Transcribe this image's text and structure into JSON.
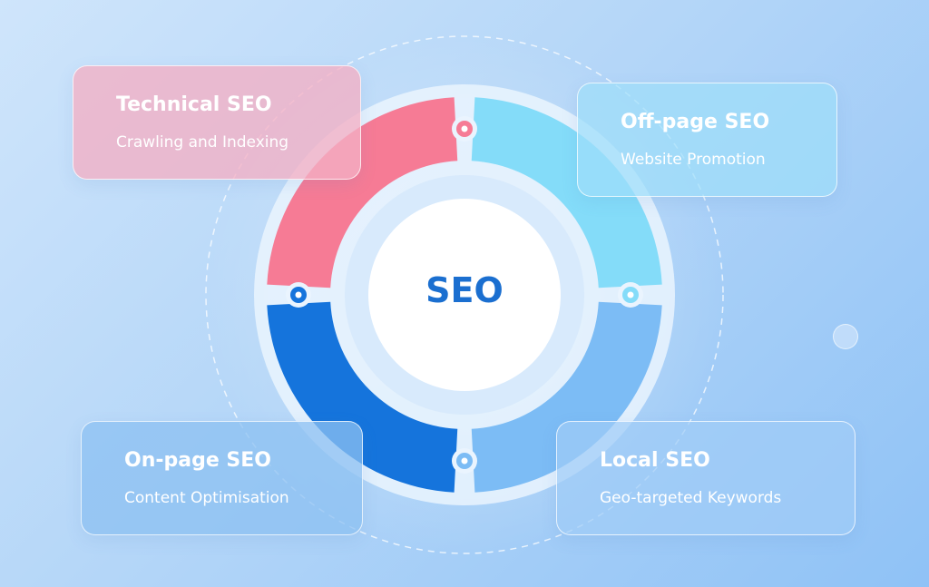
{
  "center": {
    "label": "SEO"
  },
  "segments": [
    {
      "id": "technical",
      "title": "Technical SEO",
      "subtitle": "Crawling and Indexing",
      "color": "#f67b95"
    },
    {
      "id": "offpage",
      "title": "Off-page SEO",
      "subtitle": "Website Promotion",
      "color": "#84dcf9"
    },
    {
      "id": "local",
      "title": "Local SEO",
      "subtitle": "Geo-targeted Keywords",
      "color": "#7cbcf5"
    },
    {
      "id": "onpage",
      "title": "On-page SEO",
      "subtitle": "Content Optimisation",
      "color": "#1574dc"
    }
  ],
  "colors": {
    "accent": "#1b6fd0",
    "background_start": "#cfe5fb",
    "background_end": "#8fc2f6"
  }
}
